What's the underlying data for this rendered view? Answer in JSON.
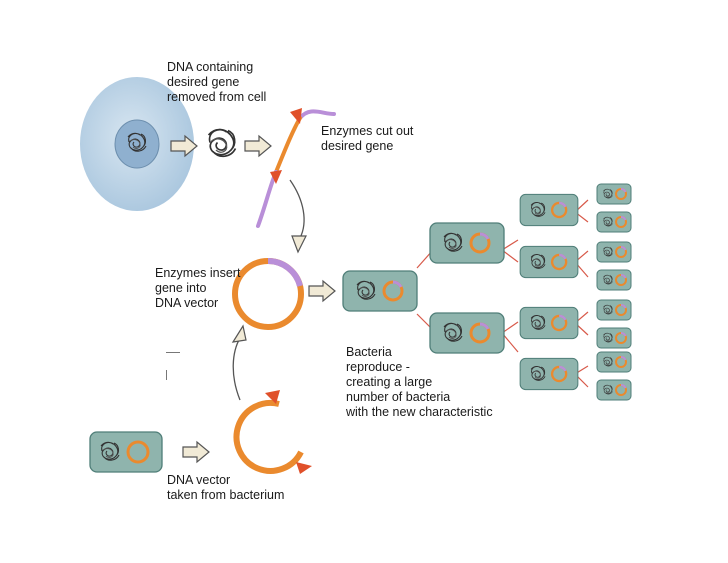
{
  "labels": {
    "dna_containing": "DNA containing\ndesired gene\nremoved from cell",
    "enzymes_cut": "Enzymes cut out\ndesired gene",
    "enzymes_insert": "Enzymes insert\ngene into\nDNA vector",
    "bacteria_reproduce": "Bacteria\nreproduce -\ncreating a large\nnumber of bacteria\nwith the new characteristic",
    "dna_vector": "DNA vector\ntaken from bacterium"
  },
  "colors": {
    "cell_fill": "#bcd3e6",
    "nucleus_fill": "#8fb0cf",
    "bacterium_fill": "#8fb4ad",
    "bacterium_edge": "#4f7e78",
    "plasmid_orange": "#ea8a2e",
    "gene_purple": "#b98fd8",
    "enzyme_red": "#e0502a",
    "branch_line": "#d85a4a",
    "arrow_fill": "#f1ead6"
  },
  "icons": [
    "cell-icon",
    "chromosome-icon",
    "plasmid-icon",
    "bacterium-icon",
    "arrow-icon"
  ]
}
